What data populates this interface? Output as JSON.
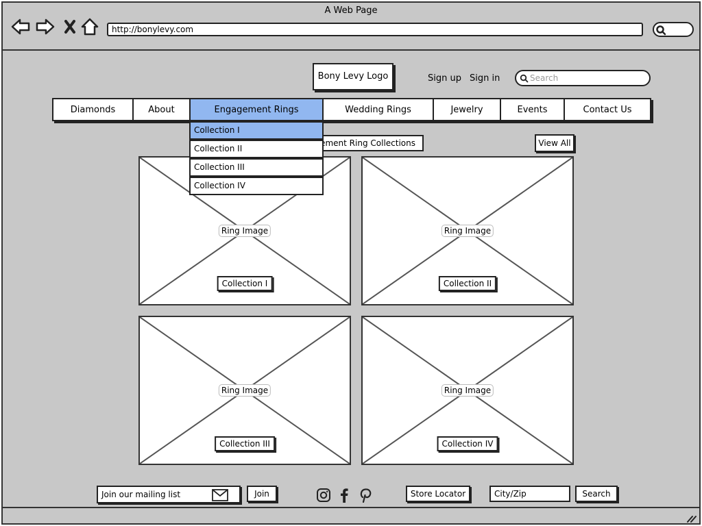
{
  "window": {
    "title": "A Web Page"
  },
  "browser": {
    "url": "http://bonylevy.com",
    "icons": [
      "back-arrow-icon",
      "forward-arrow-icon",
      "close-x-icon",
      "home-icon",
      "search-icon"
    ]
  },
  "header": {
    "logo": "Bony Levy Logo",
    "sign_up": "Sign up",
    "sign_in": "Sign in",
    "search_placeholder": "Search"
  },
  "nav": {
    "items": [
      {
        "label": "Diamonds"
      },
      {
        "label": "About"
      },
      {
        "label": "Engagement Rings",
        "active": true
      },
      {
        "label": "Wedding Rings"
      },
      {
        "label": "Jewelry"
      },
      {
        "label": "Events"
      },
      {
        "label": "Contact Us"
      }
    ]
  },
  "dropdown": {
    "items": [
      {
        "label": "Collection I",
        "active": true
      },
      {
        "label": "Collection II"
      },
      {
        "label": "Collection III"
      },
      {
        "label": "Collection IV"
      }
    ]
  },
  "section": {
    "title_visible": "ement Ring Collections",
    "view_all": "View All"
  },
  "cards": [
    {
      "image_label": "Ring Image",
      "button": "Collection I"
    },
    {
      "image_label": "Ring Image",
      "button": "Collection II"
    },
    {
      "image_label": "Ring Image",
      "button": "Collection III"
    },
    {
      "image_label": "Ring Image",
      "button": "Collection IV"
    }
  ],
  "footer": {
    "mailing_list": "Join our mailing list",
    "join": "Join",
    "social_icons": [
      "instagram-icon",
      "facebook-icon",
      "pinterest-icon"
    ],
    "store_locator": "Store Locator",
    "city_zip": "City/Zip",
    "search": "Search"
  },
  "colors": {
    "highlight": "#91b7f0",
    "background": "#c8c8c8",
    "border": "#222222"
  }
}
